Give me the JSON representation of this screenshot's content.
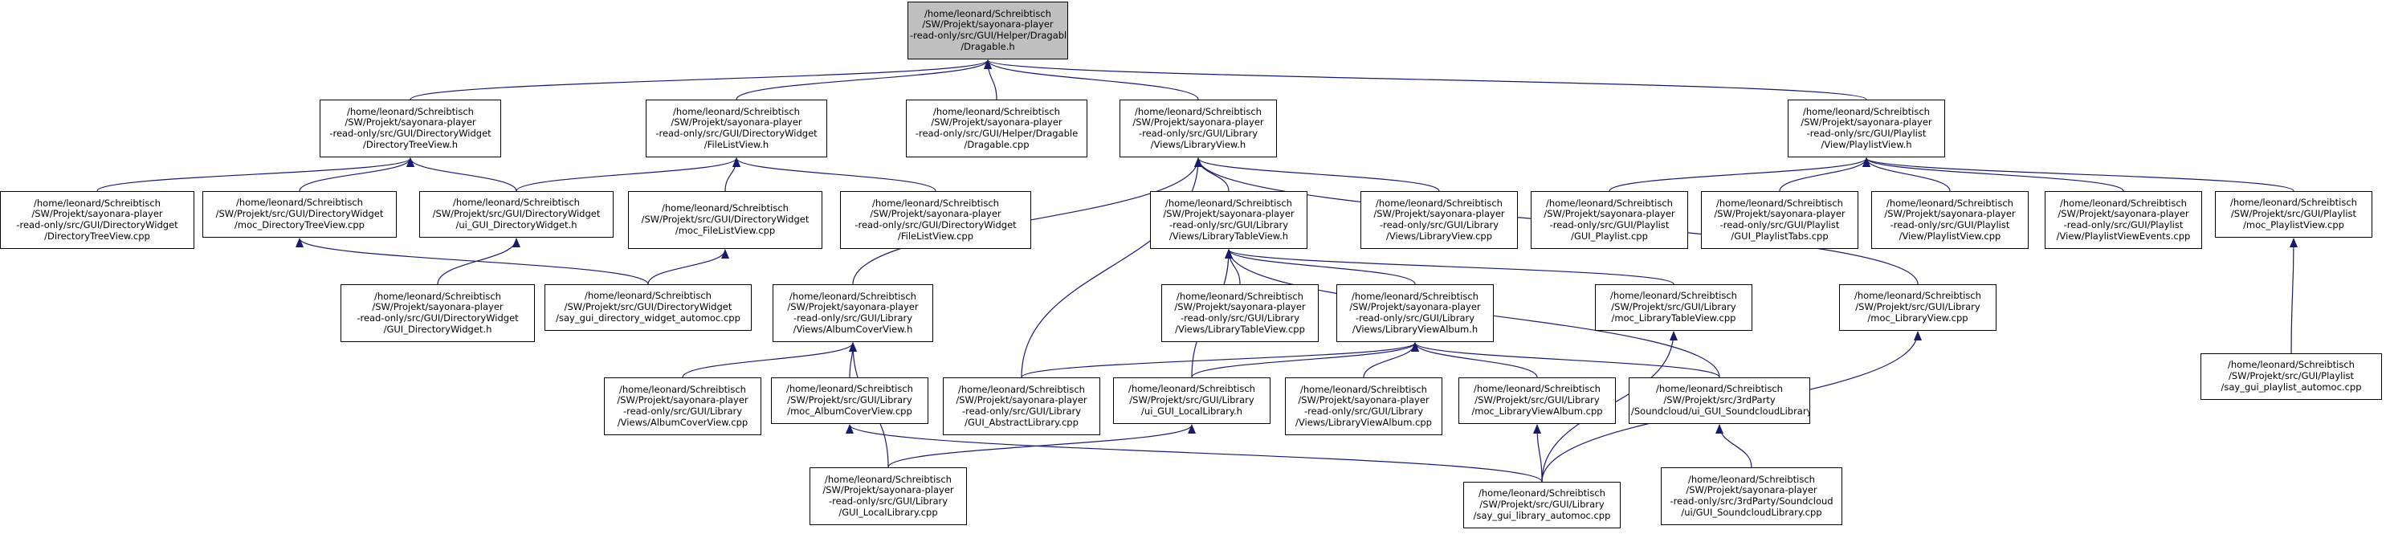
{
  "colors": {
    "root_fill": "#bfbfbf",
    "node_fill": "#ffffff",
    "stroke": "#000000",
    "edge": "#191970"
  },
  "nodes": {
    "dragable_h": {
      "root": true,
      "lines": [
        "/home/leonard/Schreibtisch",
        "/SW/Projekt/sayonara-player",
        "-read-only/src/GUI/Helper/Dragable",
        "/Dragable.h"
      ]
    },
    "directorytreeview_h": {
      "lines": [
        "/home/leonard/Schreibtisch",
        "/SW/Projekt/sayonara-player",
        "-read-only/src/GUI/DirectoryWidget",
        "/DirectoryTreeView.h"
      ]
    },
    "filelistview_h": {
      "lines": [
        "/home/leonard/Schreibtisch",
        "/SW/Projekt/sayonara-player",
        "-read-only/src/GUI/DirectoryWidget",
        "/FileListView.h"
      ]
    },
    "dragable_cpp": {
      "lines": [
        "/home/leonard/Schreibtisch",
        "/SW/Projekt/sayonara-player",
        "-read-only/src/GUI/Helper/Dragable",
        "/Dragable.cpp"
      ]
    },
    "libraryview_h": {
      "lines": [
        "/home/leonard/Schreibtisch",
        "/SW/Projekt/sayonara-player",
        "-read-only/src/GUI/Library",
        "/Views/LibraryView.h"
      ]
    },
    "playlistview_h": {
      "lines": [
        "/home/leonard/Schreibtisch",
        "/SW/Projekt/sayonara-player",
        "-read-only/src/GUI/Playlist",
        "/View/PlaylistView.h"
      ]
    },
    "directorytreeview_cpp": {
      "lines": [
        "/home/leonard/Schreibtisch",
        "/SW/Projekt/sayonara-player",
        "-read-only/src/GUI/DirectoryWidget",
        "/DirectoryTreeView.cpp"
      ]
    },
    "moc_directorytreeview": {
      "lines": [
        "/home/leonard/Schreibtisch",
        "/SW/Projekt/src/GUI/DirectoryWidget",
        "/moc_DirectoryTreeView.cpp"
      ]
    },
    "ui_gui_directorywidget_h": {
      "lines": [
        "/home/leonard/Schreibtisch",
        "/SW/Projekt/src/GUI/DirectoryWidget",
        "/ui_GUI_DirectoryWidget.h"
      ]
    },
    "moc_filelistview": {
      "lines": [
        "/home/leonard/Schreibtisch",
        "/SW/Projekt/src/GUI/DirectoryWidget",
        "/moc_FileListView.cpp"
      ]
    },
    "filelistview_cpp": {
      "lines": [
        "/home/leonard/Schreibtisch",
        "/SW/Projekt/sayonara-player",
        "-read-only/src/GUI/DirectoryWidget",
        "/FileListView.cpp"
      ]
    },
    "librarytableview_h": {
      "lines": [
        "/home/leonard/Schreibtisch",
        "/SW/Projekt/sayonara-player",
        "-read-only/src/GUI/Library",
        "/Views/LibraryTableView.h"
      ]
    },
    "libraryview_cpp": {
      "lines": [
        "/home/leonard/Schreibtisch",
        "/SW/Projekt/sayonara-player",
        "-read-only/src/GUI/Library",
        "/Views/LibraryView.cpp"
      ]
    },
    "gui_playlist_cpp": {
      "lines": [
        "/home/leonard/Schreibtisch",
        "/SW/Projekt/sayonara-player",
        "-read-only/src/GUI/Playlist",
        "/GUI_Playlist.cpp"
      ]
    },
    "gui_playlisttabs_cpp": {
      "lines": [
        "/home/leonard/Schreibtisch",
        "/SW/Projekt/sayonara-player",
        "-read-only/src/GUI/Playlist",
        "/GUI_PlaylistTabs.cpp"
      ]
    },
    "playlistview_cpp": {
      "lines": [
        "/home/leonard/Schreibtisch",
        "/SW/Projekt/sayonara-player",
        "-read-only/src/GUI/Playlist",
        "/View/PlaylistView.cpp"
      ]
    },
    "playlistviewevents_cpp": {
      "lines": [
        "/home/leonard/Schreibtisch",
        "/SW/Projekt/sayonara-player",
        "-read-only/src/GUI/Playlist",
        "/View/PlaylistViewEvents.cpp"
      ]
    },
    "moc_playlistview": {
      "lines": [
        "/home/leonard/Schreibtisch",
        "/SW/Projekt/src/GUI/Playlist",
        "/moc_PlaylistView.cpp"
      ]
    },
    "gui_directorywidget_h": {
      "lines": [
        "/home/leonard/Schreibtisch",
        "/SW/Projekt/sayonara-player",
        "-read-only/src/GUI/DirectoryWidget",
        "/GUI_DirectoryWidget.h"
      ]
    },
    "say_gui_directory_widget_automoc": {
      "lines": [
        "/home/leonard/Schreibtisch",
        "/SW/Projekt/src/GUI/DirectoryWidget",
        "/say_gui_directory_widget_automoc.cpp"
      ]
    },
    "albumcoverview_h": {
      "lines": [
        "/home/leonard/Schreibtisch",
        "/SW/Projekt/sayonara-player",
        "-read-only/src/GUI/Library",
        "/Views/AlbumCoverView.h"
      ]
    },
    "librarytableview_cpp": {
      "lines": [
        "/home/leonard/Schreibtisch",
        "/SW/Projekt/sayonara-player",
        "-read-only/src/GUI/Library",
        "/Views/LibraryTableView.cpp"
      ]
    },
    "libraryviewalbum_h": {
      "lines": [
        "/home/leonard/Schreibtisch",
        "/SW/Projekt/sayonara-player",
        "-read-only/src/GUI/Library",
        "/Views/LibraryViewAlbum.h"
      ]
    },
    "moc_librarytableview": {
      "lines": [
        "/home/leonard/Schreibtisch",
        "/SW/Projekt/src/GUI/Library",
        "/moc_LibraryTableView.cpp"
      ]
    },
    "moc_libraryview": {
      "lines": [
        "/home/leonard/Schreibtisch",
        "/SW/Projekt/src/GUI/Library",
        "/moc_LibraryView.cpp"
      ]
    },
    "say_gui_playlist_automoc": {
      "lines": [
        "/home/leonard/Schreibtisch",
        "/SW/Projekt/src/GUI/Playlist",
        "/say_gui_playlist_automoc.cpp"
      ]
    },
    "albumcoverview_cpp": {
      "lines": [
        "/home/leonard/Schreibtisch",
        "/SW/Projekt/sayonara-player",
        "-read-only/src/GUI/Library",
        "/Views/AlbumCoverView.cpp"
      ]
    },
    "moc_albumcoverview": {
      "lines": [
        "/home/leonard/Schreibtisch",
        "/SW/Projekt/src/GUI/Library",
        "/moc_AlbumCoverView.cpp"
      ]
    },
    "gui_abstractlibrary_cpp": {
      "lines": [
        "/home/leonard/Schreibtisch",
        "/SW/Projekt/sayonara-player",
        "-read-only/src/GUI/Library",
        "/GUI_AbstractLibrary.cpp"
      ]
    },
    "ui_gui_locallibrary_h": {
      "lines": [
        "/home/leonard/Schreibtisch",
        "/SW/Projekt/src/GUI/Library",
        "/ui_GUI_LocalLibrary.h"
      ]
    },
    "libraryviewalbum_cpp": {
      "lines": [
        "/home/leonard/Schreibtisch",
        "/SW/Projekt/sayonara-player",
        "-read-only/src/GUI/Library",
        "/Views/LibraryViewAlbum.cpp"
      ]
    },
    "moc_libraryviewalbum": {
      "lines": [
        "/home/leonard/Schreibtisch",
        "/SW/Projekt/src/GUI/Library",
        "/moc_LibraryViewAlbum.cpp"
      ]
    },
    "ui_gui_soundcloudlibrary_h": {
      "lines": [
        "/home/leonard/Schreibtisch",
        "/SW/Projekt/src/3rdParty",
        "/Soundcloud/ui_GUI_SoundcloudLibrary.h"
      ]
    },
    "gui_locallibrary_cpp": {
      "lines": [
        "/home/leonard/Schreibtisch",
        "/SW/Projekt/sayonara-player",
        "-read-only/src/GUI/Library",
        "/GUI_LocalLibrary.cpp"
      ]
    },
    "say_gui_library_automoc": {
      "lines": [
        "/home/leonard/Schreibtisch",
        "/SW/Projekt/src/GUI/Library",
        "/say_gui_library_automoc.cpp"
      ]
    },
    "gui_soundcloudlibrary_cpp": {
      "lines": [
        "/home/leonard/Schreibtisch",
        "/SW/Projekt/sayonara-player",
        "-read-only/src/3rdParty/Soundcloud",
        "/ui/GUI_SoundcloudLibrary.cpp"
      ]
    }
  },
  "edges": [
    [
      "directorytreeview_h",
      "dragable_h"
    ],
    [
      "filelistview_h",
      "dragable_h"
    ],
    [
      "dragable_cpp",
      "dragable_h"
    ],
    [
      "libraryview_h",
      "dragable_h"
    ],
    [
      "playlistview_h",
      "dragable_h"
    ],
    [
      "directorytreeview_cpp",
      "directorytreeview_h"
    ],
    [
      "moc_directorytreeview",
      "directorytreeview_h"
    ],
    [
      "ui_gui_directorywidget_h",
      "directorytreeview_h"
    ],
    [
      "ui_gui_directorywidget_h",
      "filelistview_h"
    ],
    [
      "moc_filelistview",
      "filelistview_h"
    ],
    [
      "filelistview_cpp",
      "filelistview_h"
    ],
    [
      "gui_directorywidget_h",
      "ui_gui_directorywidget_h"
    ],
    [
      "say_gui_directory_widget_automoc",
      "moc_directorytreeview"
    ],
    [
      "say_gui_directory_widget_automoc",
      "moc_filelistview"
    ],
    [
      "librarytableview_h",
      "libraryview_h"
    ],
    [
      "libraryview_cpp",
      "libraryview_h"
    ],
    [
      "albumcoverview_h",
      "libraryview_h"
    ],
    [
      "gui_abstractlibrary_cpp",
      "libraryview_h"
    ],
    [
      "moc_libraryview",
      "libraryview_h"
    ],
    [
      "librarytableview_cpp",
      "librarytableview_h"
    ],
    [
      "libraryviewalbum_h",
      "librarytableview_h"
    ],
    [
      "moc_librarytableview",
      "librarytableview_h"
    ],
    [
      "ui_gui_locallibrary_h",
      "librarytableview_h"
    ],
    [
      "ui_gui_soundcloudlibrary_h",
      "librarytableview_h"
    ],
    [
      "albumcoverview_cpp",
      "albumcoverview_h"
    ],
    [
      "moc_albumcoverview",
      "albumcoverview_h"
    ],
    [
      "gui_locallibrary_cpp",
      "albumcoverview_h"
    ],
    [
      "gui_abstractlibrary_cpp",
      "libraryviewalbum_h"
    ],
    [
      "ui_gui_locallibrary_h",
      "libraryviewalbum_h"
    ],
    [
      "libraryviewalbum_cpp",
      "libraryviewalbum_h"
    ],
    [
      "moc_libraryviewalbum",
      "libraryviewalbum_h"
    ],
    [
      "ui_gui_soundcloudlibrary_h",
      "libraryviewalbum_h"
    ],
    [
      "gui_locallibrary_cpp",
      "ui_gui_locallibrary_h"
    ],
    [
      "say_gui_library_automoc",
      "moc_albumcoverview"
    ],
    [
      "say_gui_library_automoc",
      "moc_libraryviewalbum"
    ],
    [
      "say_gui_library_automoc",
      "moc_librarytableview"
    ],
    [
      "say_gui_library_automoc",
      "moc_libraryview"
    ],
    [
      "gui_soundcloudlibrary_cpp",
      "ui_gui_soundcloudlibrary_h"
    ],
    [
      "gui_playlist_cpp",
      "playlistview_h"
    ],
    [
      "gui_playlisttabs_cpp",
      "playlistview_h"
    ],
    [
      "playlistview_cpp",
      "playlistview_h"
    ],
    [
      "playlistviewevents_cpp",
      "playlistview_h"
    ],
    [
      "moc_playlistview",
      "playlistview_h"
    ],
    [
      "say_gui_playlist_automoc",
      "moc_playlistview"
    ]
  ]
}
